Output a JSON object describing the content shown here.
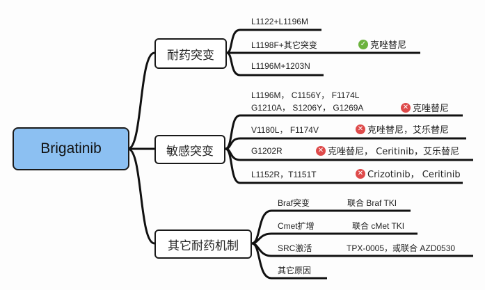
{
  "root": "Brigatinib",
  "branches": [
    {
      "label": "耐药突变",
      "leaves": [
        {
          "text": "L1122+L1196M"
        },
        {
          "text": "L1198F+其它突变",
          "result": "克唑替尼",
          "icon": "check-icon"
        },
        {
          "text": "L1196M+1203N"
        }
      ]
    },
    {
      "label": "敏感突变",
      "leaves": [
        {
          "text": "L1196M， C1156Y， F1174L",
          "text2": "G1210A， S1206Y， G1269A",
          "result": "克唑替尼",
          "icon": "x-icon"
        },
        {
          "text": "V1180L， F1174V",
          "result": "克唑替尼，艾乐替尼",
          "icon": "x-icon"
        },
        {
          "text": "G1202R",
          "result": "克唑替尼， Ceritinib，艾乐替尼",
          "icon": "x-icon"
        },
        {
          "text": "L1152R，T1151T",
          "result": "Crizotinib， Ceritinib",
          "icon": "x-icon"
        }
      ]
    },
    {
      "label": "其它耐药机制",
      "leaves": [
        {
          "text": "Braf突变",
          "result": "联合 Braf TKI"
        },
        {
          "text": "Cmet扩增",
          "result": "联合 cMet TKI"
        },
        {
          "text": "SRC激活",
          "result": "TPX-0005，或联合 AZD0530"
        },
        {
          "text": "其它原因"
        }
      ]
    }
  ],
  "colors": {
    "root_fill": "#8cc0f2",
    "ok": "#6cb33e",
    "fail": "#de4a4a"
  }
}
